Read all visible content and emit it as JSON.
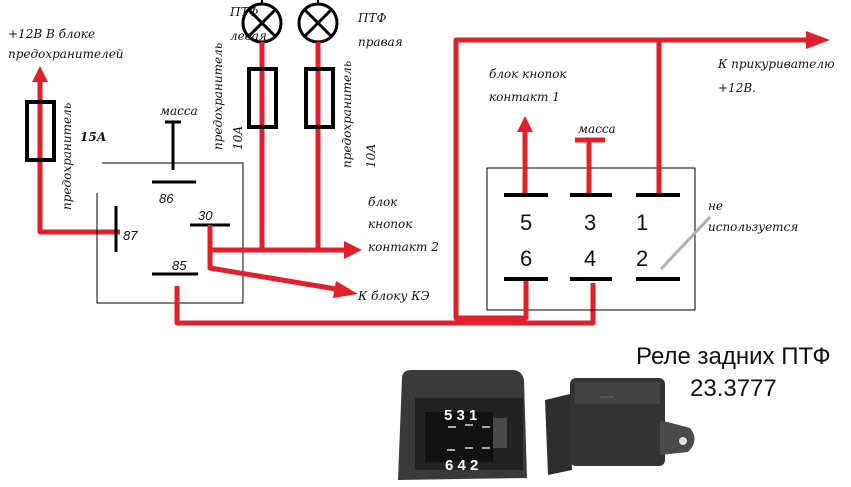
{
  "colors": {
    "wire": "#e0202a",
    "ink": "#111111",
    "ground_note_line": "#b0b0b0"
  },
  "labels": {
    "supply_line1": "+12В В блоке",
    "supply_line2": "предохранителей",
    "fuse_main_label": "предохранитель",
    "fuse_main_rating": "15А",
    "mass_relay": "масса",
    "fuse_left_label": "предохранитель",
    "fuse_left_rating": "10А",
    "fuse_right_label": "предохранитель",
    "fuse_right_rating": "10А",
    "lamp_left_line1": "ПТФ",
    "lamp_left_line2": "левая",
    "lamp_right_line1": "ПТФ",
    "lamp_right_line2": "правая",
    "buttons2_line1": "блок",
    "buttons2_line2": "кнопок",
    "buttons2_line3": "контакт 2",
    "ke_block": "К блоку КЭ",
    "buttons1_line1": "блок кнопок",
    "buttons1_line2": "контакт 1",
    "mass_switch": "масса",
    "lighter_line1": "К прикуривателю",
    "lighter_line2": "+12В.",
    "unused_line1": "не",
    "unused_line2": "используется"
  },
  "relay_pins": {
    "p86": "86",
    "p87": "87",
    "p30": "30",
    "p85": "85"
  },
  "connector_pins": {
    "p5": "5",
    "p3": "3",
    "p1": "1",
    "p6": "6",
    "p4": "4",
    "p2": "2"
  },
  "photo": {
    "top_row": "5 3 1",
    "bottom_row": "6 4 2"
  },
  "caption": {
    "title": "Реле задних ПТФ",
    "model": "23.3777"
  }
}
